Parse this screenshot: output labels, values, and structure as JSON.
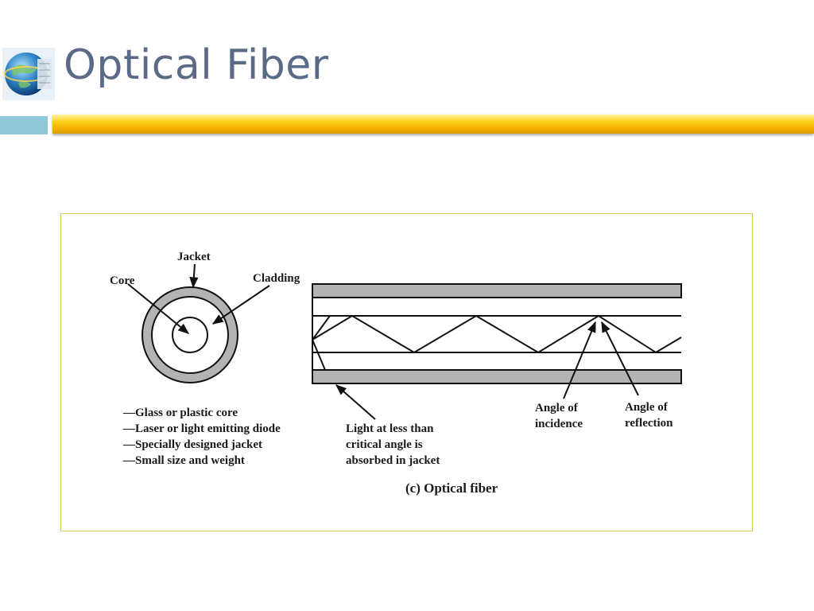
{
  "slide": {
    "title": "Optical Fiber"
  },
  "diagram": {
    "labels": {
      "jacket": "Jacket",
      "core": "Core",
      "cladding": "Cladding",
      "angle_incidence": [
        "Angle of",
        "incidence"
      ],
      "angle_reflection": [
        "Angle of",
        "reflection"
      ],
      "absorbed": [
        "Light at less than",
        "critical angle is",
        "absorbed in jacket"
      ],
      "caption": "(c) Optical fiber"
    },
    "features": [
      "—Glass or plastic core",
      "—Laser or light emitting diode",
      "—Specially designed jacket",
      "—Small size and weight"
    ]
  },
  "colors": {
    "title": "#5b6a86",
    "accent_bar": "#f7b200",
    "accent_left": "#8fc8d9",
    "frame_border": "#e2c75a",
    "cladding_fill": "#b3b3b3"
  }
}
